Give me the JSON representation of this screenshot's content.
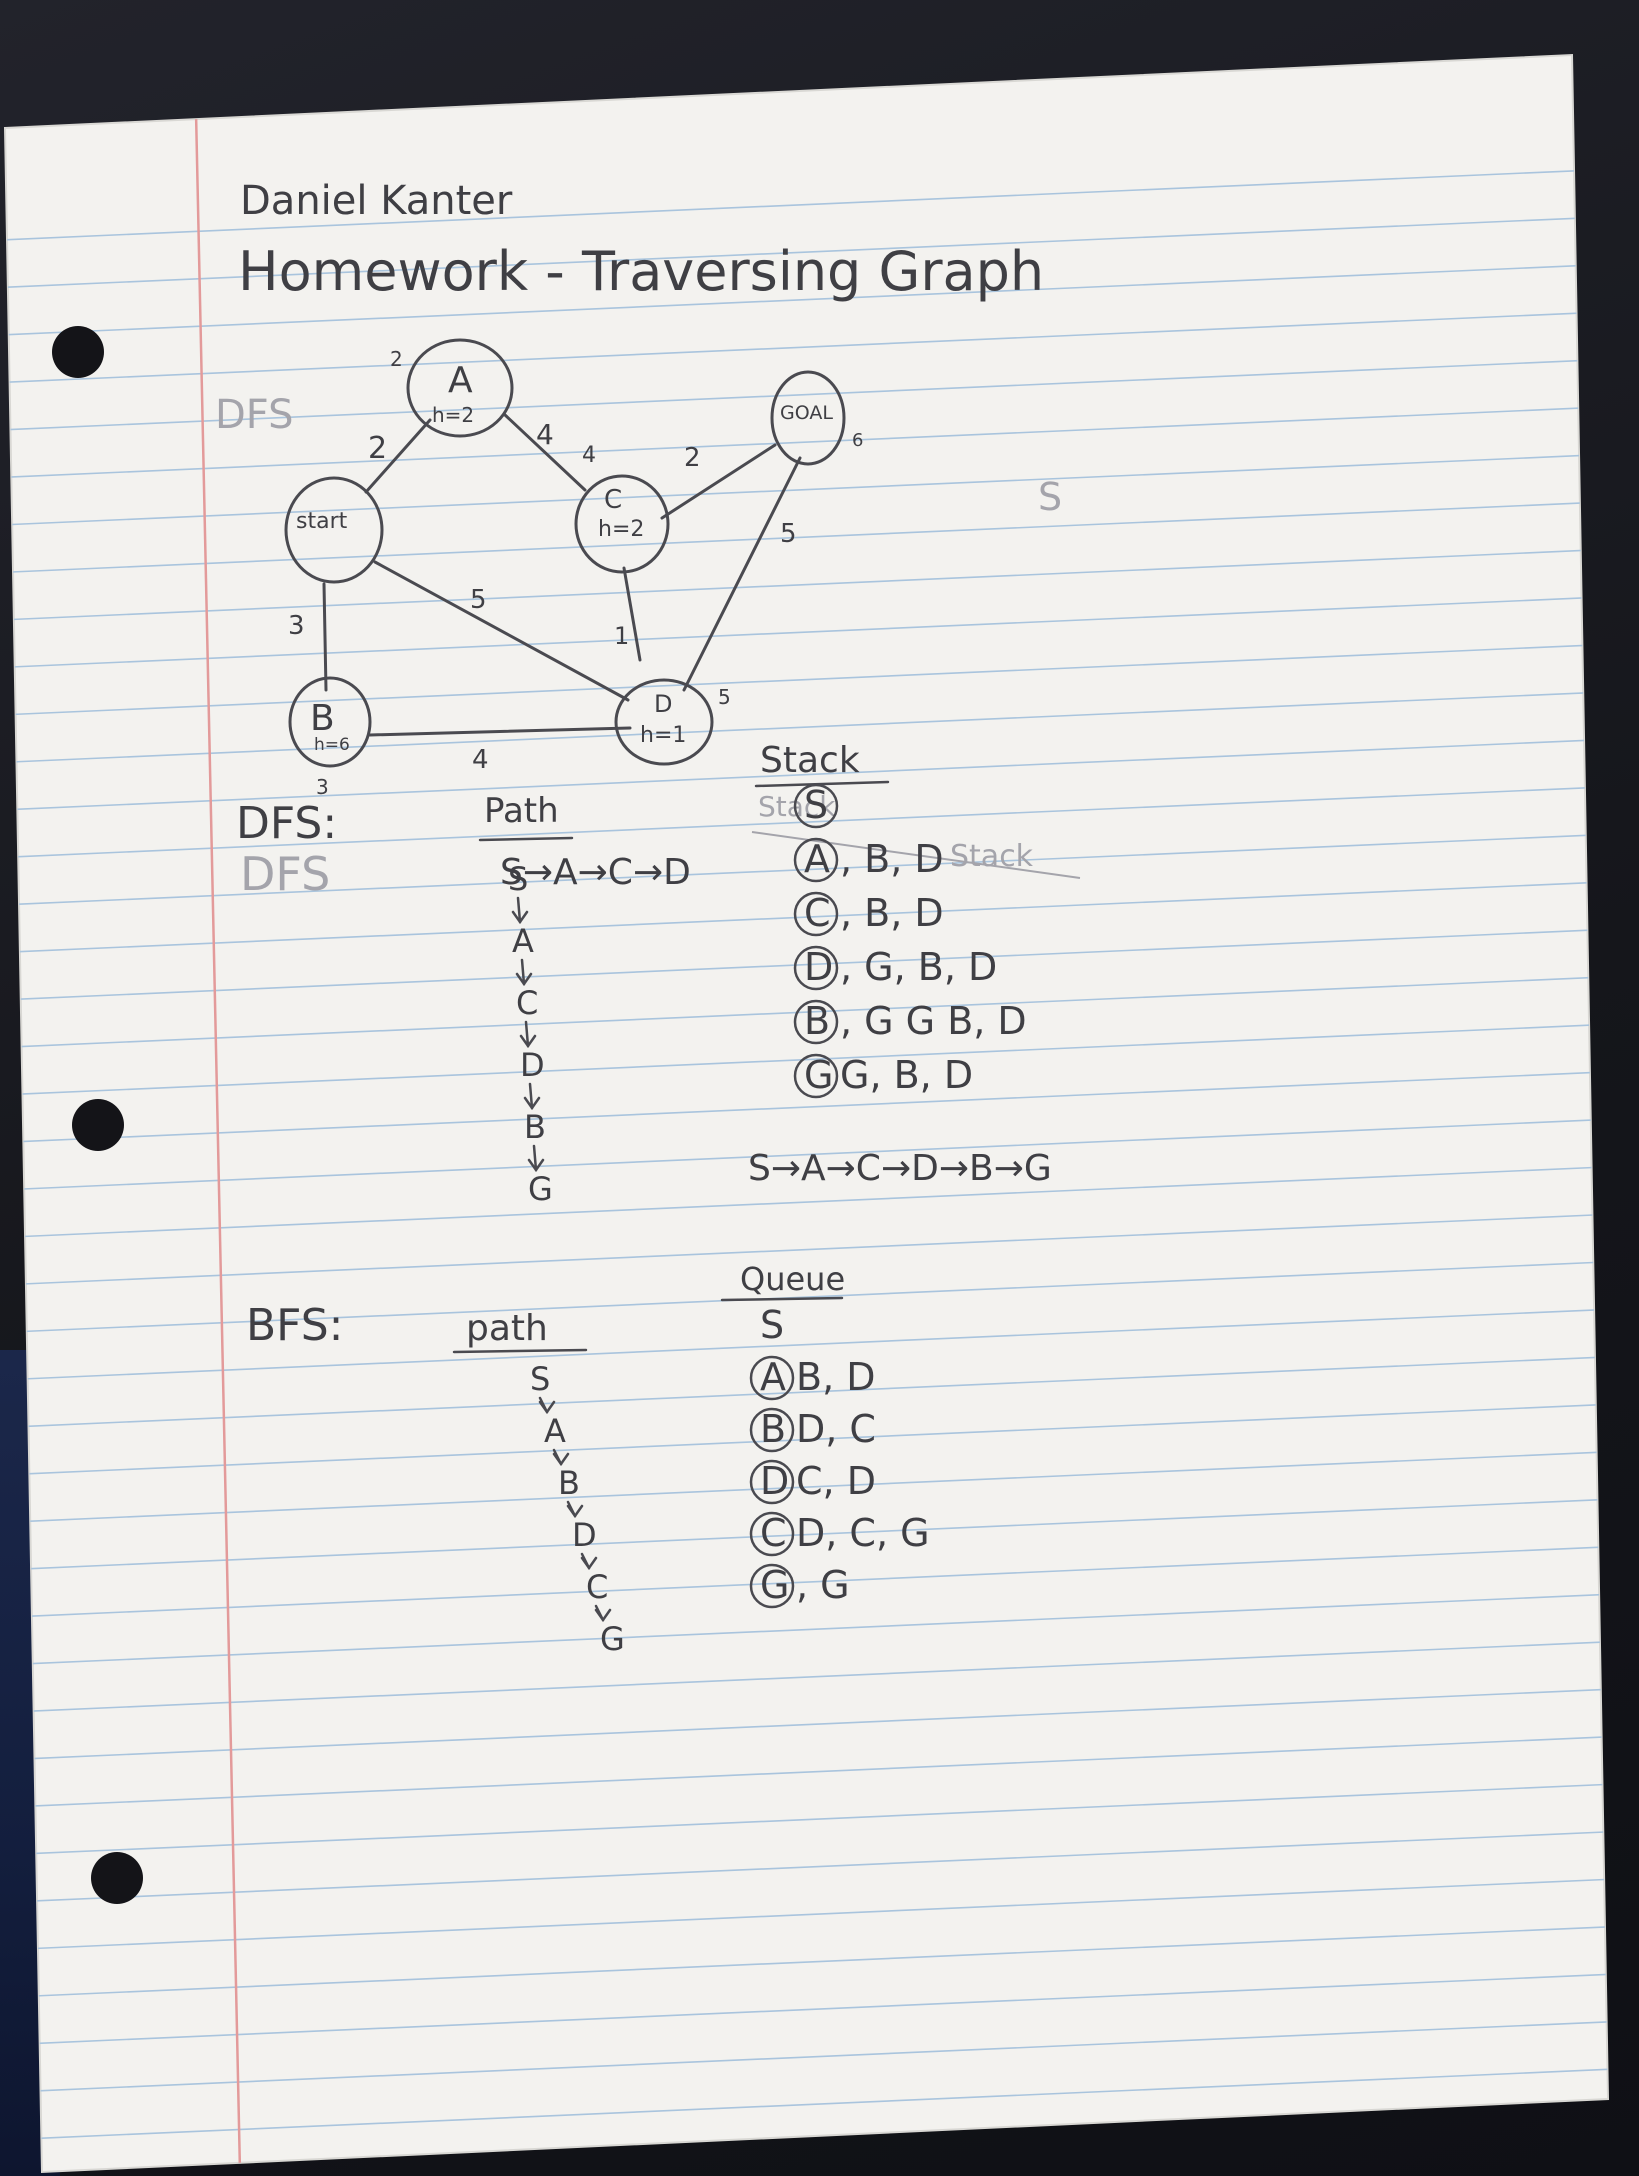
{
  "header": {
    "author": "Daniel Kanter",
    "title": "Homework - Traversing Graph"
  },
  "faint_notes": {
    "dfs_top": "DFS",
    "dfs_left": "DFS",
    "s_right": "S",
    "stack_faint": "Stack",
    "stack_small": "Stack"
  },
  "graph": {
    "nodes": {
      "start": {
        "label": "start"
      },
      "a": {
        "label": "A",
        "h": "h=2"
      },
      "b": {
        "label": "B",
        "h": "h=6"
      },
      "c": {
        "label": "C",
        "h": "h=2"
      },
      "d": {
        "label": "D",
        "h": "h=1"
      },
      "goal": {
        "label": "GOAL"
      }
    },
    "edge_weights": {
      "start_a": "2",
      "a_c_upper": "4",
      "a_c_lower": "4",
      "c_goal": "2",
      "goal_d": "5",
      "start_d": "5",
      "c_d": "1",
      "start_b": "3",
      "b_d": "4",
      "d_extra": "5"
    },
    "extra_numbers": {
      "a_top": "2",
      "goal_side": "6",
      "b_below": "3"
    }
  },
  "dfs": {
    "label": "DFS:",
    "path_header": "Path",
    "path_top_row": "S→A→C→D",
    "path_column": [
      "S",
      "A",
      "C",
      "D",
      "B",
      "G"
    ],
    "stack_header": "Stack",
    "stack_rows": [
      {
        "circled": "S",
        "rest": ""
      },
      {
        "circled": "A",
        "rest": ", B, D"
      },
      {
        "circled": "C",
        "rest": ", B, D"
      },
      {
        "circled": "D",
        "rest": ", G, B, D"
      },
      {
        "circled": "B",
        "rest": ", G G B, D"
      },
      {
        "circled": "G",
        "rest": " G, B, D"
      }
    ],
    "result": "S→A→C→D→B→G"
  },
  "bfs": {
    "label": "BFS:",
    "path_header": "path",
    "path_column": [
      "S",
      "A",
      "B",
      "D",
      "C",
      "G"
    ],
    "queue_header": "Queue",
    "queue_rows": [
      {
        "circled": "",
        "rest": "S"
      },
      {
        "circled": "A",
        "rest": "B, D"
      },
      {
        "circled": "B",
        "rest": "D, C"
      },
      {
        "circled": "D",
        "rest": "C, D"
      },
      {
        "circled": "C",
        "rest": "D, C, G"
      },
      {
        "circled": "G",
        "rest": ", G"
      }
    ]
  }
}
